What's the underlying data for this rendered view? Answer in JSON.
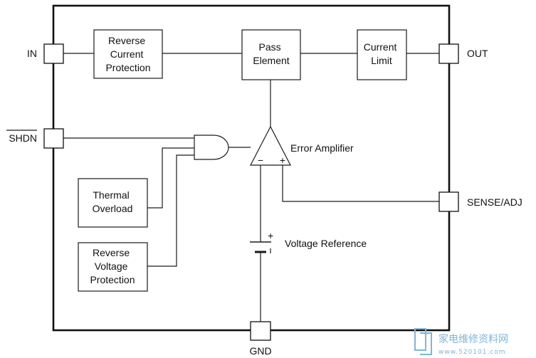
{
  "pins": {
    "in": "IN",
    "shdn": "SHDN",
    "out": "OUT",
    "sense": "SENSE/ADJ",
    "gnd": "GND"
  },
  "blocks": {
    "reverse_current": [
      "Reverse",
      "Current",
      "Protection"
    ],
    "pass_element": [
      "Pass",
      "Element"
    ],
    "current_limit": [
      "Current",
      "Limit"
    ],
    "thermal": [
      "Thermal",
      "Overload"
    ],
    "reverse_voltage": [
      "Reverse",
      "Voltage",
      "Protection"
    ]
  },
  "labels": {
    "error_amplifier": "Error Amplifier",
    "voltage_reference": "Voltage Reference",
    "amp_minus": "−",
    "amp_plus": "+",
    "ref_plus": "+"
  },
  "watermark": {
    "title": "家电维修资料网",
    "url": "www.520101.com"
  }
}
